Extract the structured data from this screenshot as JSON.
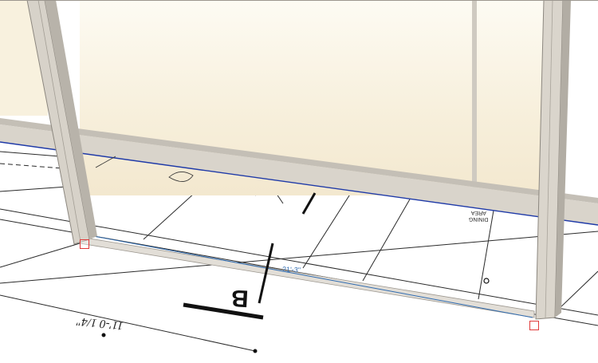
{
  "viewport": {
    "dimension_label": "21'-3\"",
    "room_tag_line1": "DINING",
    "room_tag_line2": "AREA",
    "section_letter": "B",
    "elevation_label": "11'-0 1/4\""
  },
  "colors": {
    "wall": "#d4cfc6",
    "wall_shadow": "#aaa59d",
    "glass": "#fbf5e4",
    "dimension": "#2f6bb0",
    "handle": "#e03a3a"
  }
}
